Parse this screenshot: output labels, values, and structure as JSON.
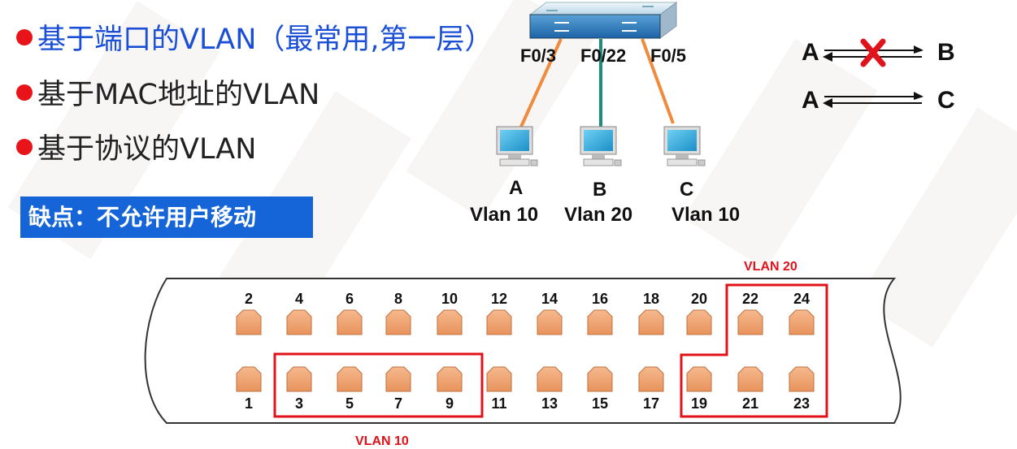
{
  "bullets": [
    "基于端口的VLAN（最常用,第一层）",
    "基于MAC地址的VLAN",
    "基于协议的VLAN"
  ],
  "banner": "缺点：不允许用户移动",
  "switch_ports": {
    "left": "F0/3",
    "middle": "F0/22",
    "right": "F0/5"
  },
  "hosts": [
    {
      "name": "A",
      "vlan": "Vlan 10"
    },
    {
      "name": "B",
      "vlan": "Vlan 20"
    },
    {
      "name": "C",
      "vlan": "Vlan 10"
    }
  ],
  "connectivity": [
    {
      "from": "A",
      "to": "B",
      "blocked": true
    },
    {
      "from": "A",
      "to": "C",
      "blocked": false
    }
  ],
  "port_panel": {
    "top_ports": [
      "2",
      "4",
      "6",
      "8",
      "10",
      "12",
      "14",
      "16",
      "18",
      "20",
      "22",
      "24"
    ],
    "bottom_ports": [
      "1",
      "3",
      "5",
      "7",
      "9",
      "11",
      "13",
      "15",
      "17",
      "19",
      "21",
      "23"
    ],
    "vlan20_label": "VLAN 20",
    "vlan10_label": "VLAN 10"
  },
  "colors": {
    "bullet_dot": "#e8141a",
    "banner_bg": "#1565d8",
    "vlan_box": "#e0121a",
    "port": "#f0a070",
    "cable_orange": "#f08a3c",
    "cable_teal": "#1e8c7e"
  }
}
